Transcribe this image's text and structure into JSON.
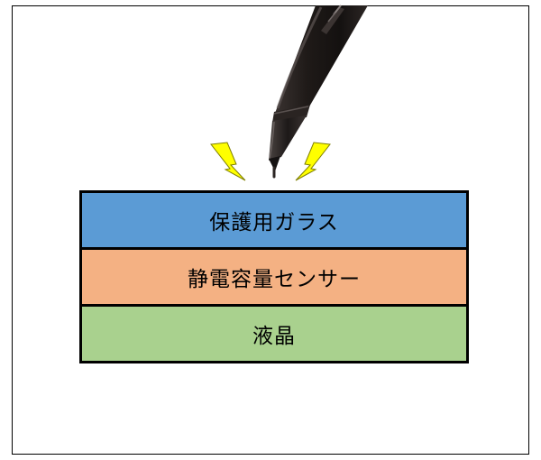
{
  "layers": [
    {
      "label": "保護用ガラス",
      "color": "#5b9bd5"
    },
    {
      "label": "静電容量センサー",
      "color": "#f4b183"
    },
    {
      "label": "液晶",
      "color": "#a9d18e"
    }
  ],
  "icons": {
    "pen": "stylus-pen-icon",
    "spark": "lightning-bolt-icon"
  },
  "colors": {
    "spark_fill": "#ffff00",
    "pen_body": "#1f1a18",
    "frame": "#000000"
  }
}
